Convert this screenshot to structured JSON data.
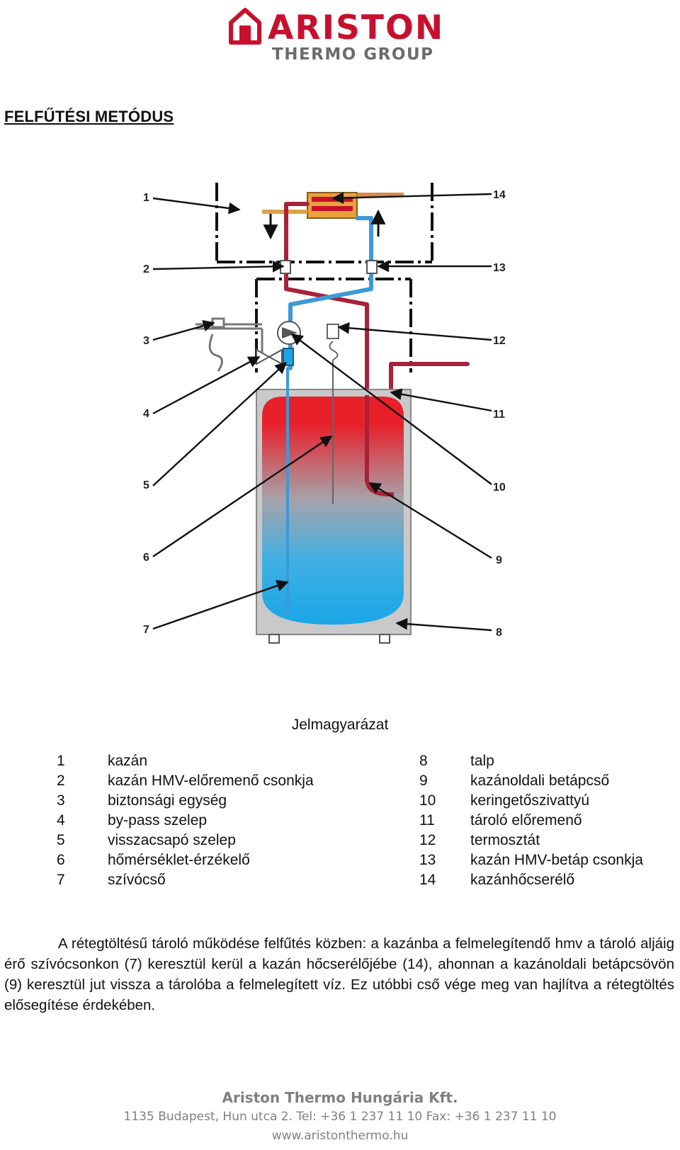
{
  "brand": {
    "name": "ARISTON",
    "subtitle": "THERMO GROUP"
  },
  "section_title": "FELFŰTÉSI METÓDUS",
  "diagram": {
    "callouts_left": [
      "1",
      "2",
      "3",
      "4",
      "5",
      "6",
      "7"
    ],
    "callouts_right": [
      "14",
      "13",
      "12",
      "11",
      "10",
      "9",
      "8"
    ]
  },
  "legend": {
    "heading": "Jelmagyarázat",
    "left": [
      {
        "num": "1",
        "label": "kazán"
      },
      {
        "num": "2",
        "label": "kazán HMV-előremenő csonkja"
      },
      {
        "num": "3",
        "label": "biztonsági egység"
      },
      {
        "num": "4",
        "label": "by-pass szelep"
      },
      {
        "num": "5",
        "label": "visszacsapó szelep"
      },
      {
        "num": "6",
        "label": "hőmérséklet-érzékelő"
      },
      {
        "num": "7",
        "label": "szívócső"
      }
    ],
    "right": [
      {
        "num": "8",
        "label": "talp"
      },
      {
        "num": "9",
        "label": "kazánoldali betápcső"
      },
      {
        "num": "10",
        "label": "keringetőszivattyú"
      },
      {
        "num": "11",
        "label": "tároló előremenő"
      },
      {
        "num": "12",
        "label": "termosztát"
      },
      {
        "num": "13",
        "label": "kazán HMV-betáp csonkja"
      },
      {
        "num": "14",
        "label": "kazánhőcserélő"
      }
    ]
  },
  "description": "A rétegtöltésű tároló működése felfűtés közben: a kazánba a felmelegítendő hmv a tároló aljáig érő szívócsonkon (7) keresztül kerül a kazán hőcserélőjébe (14), ahonnan a kazánoldali betápcsövön (9) keresztül jut vissza a tárolóba a felmelegített víz. Ez utóbbi cső vége meg van hajlítva a rétegtöltés elősegítése érdekében.",
  "footer": {
    "company": "Ariston Thermo Hungária Kft.",
    "address": "1135 Budapest, Hun utca 2. Tel: +36 1 237 11 10 Fax: +36 1 237 11 10",
    "website": "www.aristonthermo.hu"
  },
  "colors": {
    "brand_red": "#c8102e",
    "brand_gray": "#6b6b6b",
    "hot_water": "#e8202a",
    "cold_water": "#1aa6e6",
    "tank_case": "#c9c9c9",
    "pipe_red": "#a8223a",
    "pipe_blue": "#3c9ad8"
  }
}
